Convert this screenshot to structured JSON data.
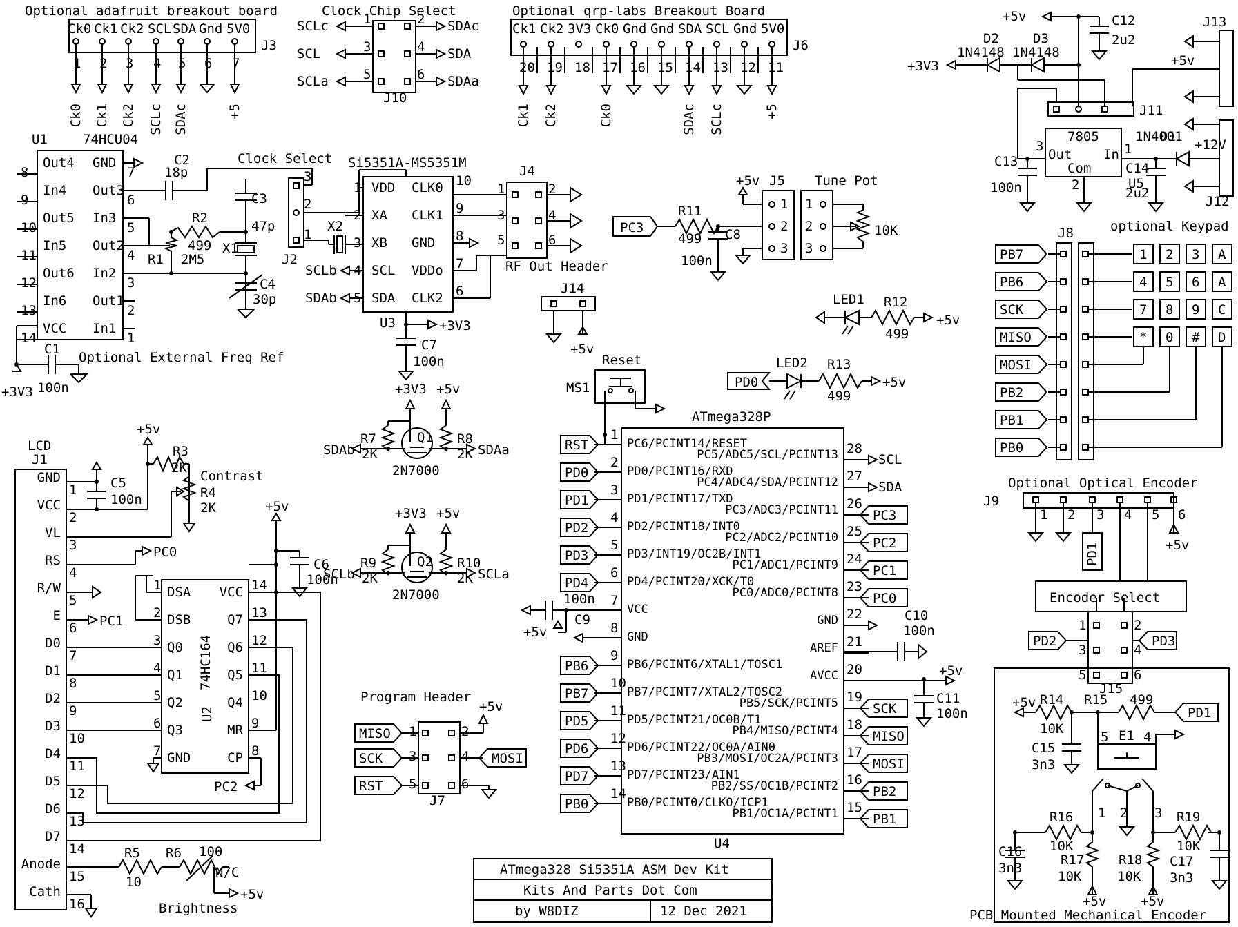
{
  "title_block": {
    "line1": "ATmega328 Si5351A ASM Dev Kit",
    "line2": "Kits And Parts Dot Com",
    "author": "by W8DIZ",
    "date": "12 Dec 2021"
  },
  "power_labels": {
    "v5": "+5v",
    "v33": "+3V3",
    "v12": "+12V"
  },
  "headers": {
    "J3": {
      "title": "Optional adafruit breakout board",
      "ref": "J3",
      "pins": [
        "Ck0",
        "Ck1",
        "Ck2",
        "SCL",
        "SDA",
        "Gnd",
        "5V0"
      ],
      "nums": [
        "1",
        "2",
        "3",
        "4",
        "5",
        "6",
        "7"
      ],
      "nets": [
        "Ck0",
        "Ck1",
        "Ck2",
        "SCLc",
        "SDAc",
        "",
        "+5"
      ]
    },
    "J10": {
      "title": "Clock Chip Select",
      "ref": "J10",
      "left": [
        "SCLc",
        "SCL",
        "SCLa"
      ],
      "right": [
        "SDAc",
        "SDA",
        "SDAa"
      ],
      "lnums": [
        "1",
        "3",
        "5"
      ],
      "rnums": [
        "2",
        "4",
        "6"
      ]
    },
    "J6": {
      "title": "Optional qrp-labs Breakout Board",
      "ref": "J6",
      "pins": [
        "Ck1",
        "Ck2",
        "3V3",
        "Ck0",
        "Gnd",
        "Gnd",
        "SDA",
        "SCL",
        "Gnd",
        "5V0"
      ],
      "nums": [
        "20",
        "19",
        "18",
        "17",
        "16",
        "15",
        "14",
        "13",
        "12",
        "11"
      ],
      "nets": [
        "Ck1",
        "Ck2",
        "",
        "Ck0",
        "",
        "",
        "SDAc",
        "SCLc",
        "",
        "+5"
      ]
    }
  },
  "u1": {
    "ref": "U1",
    "part": "74HCU04",
    "left": [
      "Out4",
      "In4",
      "Out5",
      "In5",
      "Out6",
      "In6",
      "VCC"
    ],
    "lnums": [
      "8",
      "9",
      "10",
      "11",
      "12",
      "13",
      "14"
    ],
    "right": [
      "GND",
      "Out3",
      "In3",
      "Out2",
      "In2",
      "Out1",
      "In1"
    ],
    "rnums": [
      "7",
      "6",
      "5",
      "4",
      "3",
      "2",
      "1"
    ]
  },
  "u3": {
    "ref": "U3",
    "part": "Si5351A-MS5351M",
    "left": [
      "VDD",
      "XA",
      "XB",
      "SCL",
      "SDA"
    ],
    "lnums": [
      "1",
      "2",
      "3",
      "4",
      "5"
    ],
    "right": [
      "CLK0",
      "CLK1",
      "GND",
      "VDDo",
      "CLK2"
    ],
    "rnums": [
      "10",
      "9",
      "8",
      "7",
      "6"
    ],
    "lnets": [
      "SCLb",
      "SDAb"
    ]
  },
  "clock_section": {
    "clock_select": "Clock Select",
    "J2": "J2",
    "j2nums": [
      "3",
      "2",
      "1"
    ],
    "C2": "C2",
    "C2v": "18p",
    "R2": "R2",
    "R2v": "499",
    "R1": "R1",
    "R1v": "2M5",
    "X1": "X1",
    "C3": "C3",
    "C3v": "47p",
    "C4": "C4",
    "C4v": "30p",
    "X2": "X2",
    "C1": "C1",
    "C1v": "100n",
    "C7": "C7",
    "C7v": "100n",
    "ext_ref": "Optional External Freq Ref",
    "J4": "J4",
    "rf_out": "RF Out Header",
    "j4nums": [
      "1",
      "2",
      "3",
      "4",
      "5",
      "6"
    ],
    "J14": "J14"
  },
  "q1": {
    "R7": "R7",
    "R7v": "2K",
    "R8": "R8",
    "R8v": "2K",
    "Q": "Q1",
    "part": "2N7000",
    "l": "SDAb",
    "r": "SDAa"
  },
  "q2": {
    "R9": "R9",
    "R9v": "2K",
    "R10": "R10",
    "R10v": "2K",
    "Q": "Q2",
    "part": "2N7000",
    "l": "SCLb",
    "r": "SCLa"
  },
  "tune": {
    "J5": "J5",
    "title": "Tune Pot",
    "R11": "R11",
    "R11v": "499",
    "C8": "C8",
    "C8v": "100n",
    "pot": "10K",
    "net": "PC3",
    "nums": [
      "1",
      "2",
      "3"
    ]
  },
  "leds": {
    "LED1": "LED1",
    "R12": "R12",
    "R12v": "499",
    "LED2": "LED2",
    "R13": "R13",
    "R13v": "499",
    "net2": "PD0"
  },
  "reset": {
    "title": "Reset",
    "ref": "MS1"
  },
  "u4": {
    "ref": "U4",
    "part": "ATmega328P",
    "left": [
      "PC6/PCINT14/RESET",
      "PD0/PCINT16/RXD",
      "PD1/PCINT17/TXD",
      "PD2/PCINT18/INT0",
      "PD3/INT19/OC2B/INT1",
      "PD4/PCINT20/XCK/T0",
      "VCC",
      "GND",
      "PB6/PCINT6/XTAL1/TOSC1",
      "PB7/PCINT7/XTAL2/TOSC2",
      "PD5/PCINT21/OC0B/T1",
      "PD6/PCINT22/OC0A/AIN0",
      "PD7/PCINT23/AIN1",
      "PB0/PCINT0/CLKO/ICP1"
    ],
    "lnums": [
      "1",
      "2",
      "3",
      "4",
      "5",
      "6",
      "7",
      "8",
      "9",
      "10",
      "11",
      "12",
      "13",
      "14"
    ],
    "lnets": [
      "RST",
      "PD0",
      "PD1",
      "PD2",
      "PD3",
      "PD4",
      "",
      "",
      "PB6",
      "PB7",
      "PD5",
      "PD6",
      "PD7",
      "PB0"
    ],
    "right": [
      "PC5/ADC5/SCL/PCINT13",
      "PC4/ADC4/SDA/PCINT12",
      "PC3/ADC3/PCINT11",
      "PC2/ADC2/PCINT10",
      "PC1/ADC1/PCINT9",
      "PC0/ADC0/PCINT8",
      "GND",
      "AREF",
      "AVCC",
      "PB5/SCK/PCINT5",
      "PB4/MISO/PCINT4",
      "PB3/MOSI/OC2A/PCINT3",
      "PB2/SS/OC1B/PCINT2",
      "PB1/OC1A/PCINT1"
    ],
    "rnums": [
      "28",
      "27",
      "26",
      "25",
      "24",
      "23",
      "22",
      "21",
      "20",
      "19",
      "18",
      "17",
      "16",
      "15"
    ],
    "rnets": [
      "SCL",
      "SDA",
      "PC3",
      "PC2",
      "PC1",
      "PC0",
      "",
      "",
      "+5v",
      "SCK",
      "MISO",
      "MOSI",
      "PB2",
      "PB1"
    ],
    "C9": "C9",
    "C9v": "100n",
    "C10": "C10",
    "C10v": "100n",
    "C11": "C11",
    "C11v": "100n"
  },
  "program": {
    "title": "Program Header",
    "ref": "J7",
    "left": [
      "MISO",
      "SCK",
      "RST"
    ],
    "lnums": [
      "1",
      "3",
      "5"
    ],
    "right": [
      "+5v",
      "MOSI",
      ""
    ],
    "rnums": [
      "2",
      "4",
      "6"
    ]
  },
  "lcd": {
    "title": "LCD",
    "ref": "J1",
    "pins": [
      "GND",
      "VCC",
      "VL",
      "RS",
      "R/W",
      "E",
      "D0",
      "D1",
      "D2",
      "D3",
      "D4",
      "D5",
      "D6",
      "D7",
      "Anode",
      "Cath"
    ],
    "nums": [
      "1",
      "2",
      "3",
      "4",
      "5",
      "6",
      "7",
      "8",
      "9",
      "10",
      "11",
      "12",
      "13",
      "14",
      "15",
      "16"
    ],
    "C5": "C5",
    "C5v": "100n",
    "R3": "R3",
    "R3v": "2K",
    "R4": "R4",
    "R4v": "2K",
    "contrast": "Contrast",
    "R5": "R5",
    "R5v": "10",
    "R6": "R6",
    "R6v": "100",
    "nc": "N/C",
    "brightness": "Brightness",
    "pc0": "PC0",
    "pc1": "PC1",
    "pc2": "PC2"
  },
  "u2": {
    "ref": "U2",
    "part": "74HC164",
    "left": [
      "DSA",
      "DSB",
      "Q0",
      "Q1",
      "Q2",
      "Q3",
      "GND"
    ],
    "lnums": [
      "1",
      "2",
      "3",
      "4",
      "5",
      "6",
      "7"
    ],
    "right": [
      "VCC",
      "Q7",
      "Q6",
      "Q5",
      "Q4",
      "MR",
      "CP"
    ],
    "rnums": [
      "14",
      "13",
      "12",
      "11",
      "10",
      "9",
      "8"
    ],
    "C6": "C6",
    "C6v": "100n"
  },
  "power": {
    "C12": "C12",
    "C12v": "2u2",
    "D2": "D2",
    "D2p": "1N4148",
    "D3": "D3",
    "D3p": "1N4148",
    "J11": "J11",
    "J13": "J13",
    "reg": "7805",
    "out": "Out",
    "in": "In",
    "com": "Com",
    "U5": "U5",
    "D1": "D1",
    "D1p": "1N4001",
    "C13": "C13",
    "C13v": "100n",
    "C14": "C14",
    "C14v": "2u2",
    "J12": "J12",
    "n3": "3",
    "n2": "2",
    "n1": "1"
  },
  "keypad": {
    "title": "optional Keypad",
    "ref": "J8",
    "nets": [
      "PB7",
      "PB6",
      "SCK",
      "MISO",
      "MOSI",
      "PB2",
      "PB1",
      "PB0"
    ],
    "keys": [
      "1",
      "2",
      "3",
      "A",
      "4",
      "5",
      "6",
      "A",
      "7",
      "8",
      "9",
      "C",
      "*",
      "0",
      "#",
      "D"
    ]
  },
  "encoder": {
    "title": "Optional Optical Encoder",
    "ref": "J9",
    "nums": [
      "1",
      "2",
      "3",
      "4",
      "5",
      "6"
    ],
    "pd1": "PD1",
    "select": "Encoder Select",
    "J15": "J15",
    "j15nums": [
      "1",
      "2",
      "3",
      "4",
      "5",
      "6"
    ],
    "pd2": "PD2",
    "pd3": "PD3",
    "R14": "R14",
    "R14v": "10K",
    "R15": "R15",
    "R15v": "499",
    "C15": "C15",
    "C15v": "3n3",
    "E1": "E1",
    "R16": "R16",
    "R16v": "10K",
    "R17": "R17",
    "R17v": "10K",
    "R18": "R18",
    "R18v": "10K",
    "R19": "R19",
    "R19v": "10K",
    "C16": "C16",
    "C16v": "3n3",
    "C17": "C17",
    "C17v": "3n3",
    "enc_nums": [
      "5",
      "4",
      "1",
      "2",
      "3"
    ],
    "footer": "PCB Mounted Mechanical Encoder"
  }
}
